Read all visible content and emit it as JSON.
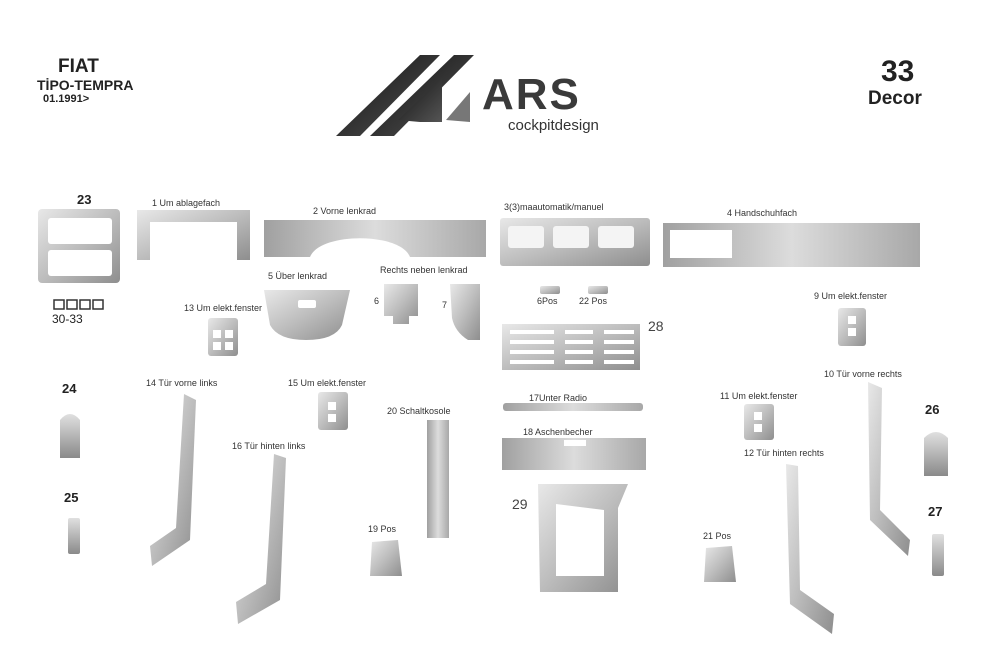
{
  "car": {
    "make": "FIAT",
    "model": "TİPO-TEMPRA",
    "date": "01.1991>"
  },
  "logo": {
    "brand": "ARS",
    "tagline": "cockpitdesign"
  },
  "set": {
    "number": "33",
    "type": "Decor"
  },
  "parts": {
    "p23": "23",
    "p30_33": "30-33",
    "p1": "1 Um ablagefach",
    "p2": "2 Vorne lenkrad",
    "p3": "3(3)maautomatik/manuel",
    "p4": "4 Handschuhfach",
    "p5": "5 Über lenkrad",
    "p_rechts": "Rechts neben lenkrad",
    "p6": "6",
    "p7": "7",
    "p_6pos": "6Pos",
    "p22": "22 Pos",
    "p28": "28",
    "p9": "9 Um elekt.fenster",
    "p13": "13 Um elekt.fenster",
    "p24": "24",
    "p14": "14 Tür vorne links",
    "p15": "15 Um elekt.fenster",
    "p20": "20 Schaltkosole",
    "p17": "17Unter Radio",
    "p11": "11 Um elekt.fenster",
    "p10": "10 Tür vorne rechts",
    "p26": "26",
    "p16": "16 Tür hinten links",
    "p18": "18 Aschenbecher",
    "p12": "12 Tür hinten rechts",
    "p25": "25",
    "p27": "27",
    "p29": "29",
    "p19": "19 Pos",
    "p21": "21 Pos"
  },
  "colors": {
    "metal_light": "#e4e4e4",
    "metal_dark": "#9a9a9a",
    "logo_dark": "#1e1e1e"
  }
}
